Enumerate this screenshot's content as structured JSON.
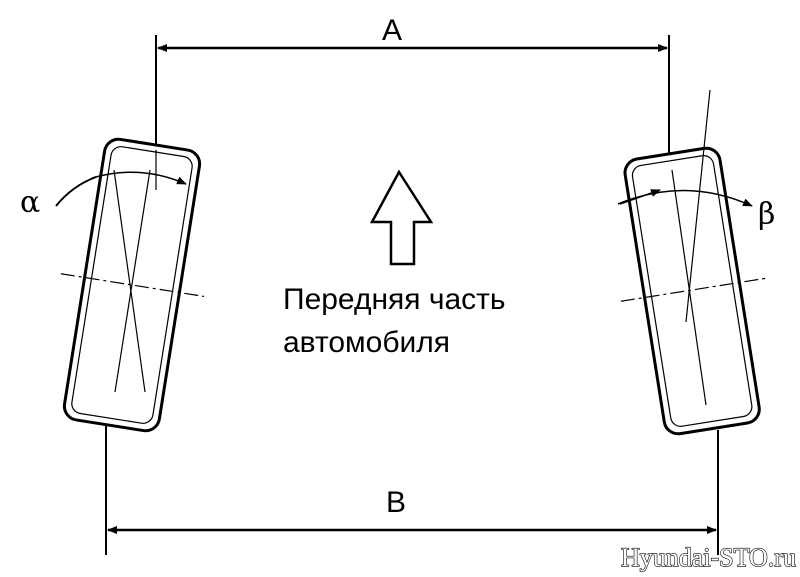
{
  "labels": {
    "dim_front": "A",
    "dim_rear": "B",
    "angle_left": "α",
    "angle_right": "β",
    "caption_line1": "Передняя часть",
    "caption_line2": "автомобиля"
  },
  "watermark": "Hyundai-STO.ru",
  "colors": {
    "ink": "#000000",
    "paper": "#ffffff"
  }
}
